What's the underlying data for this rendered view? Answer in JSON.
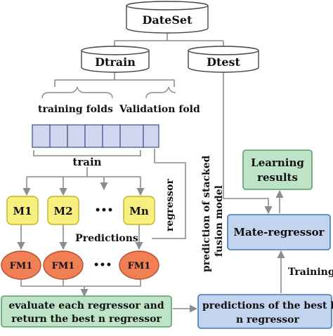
{
  "colors": {
    "db_fill": "#ffffff",
    "fold_fill": "#cfd7ee",
    "fold_stroke": "#3e4d8a",
    "model_fill": "#f7ef7e",
    "model_stroke": "#c9b31a",
    "fm_fill": "#f07f55",
    "fm_stroke": "#b4502c",
    "green_fill": "#bfe3c7",
    "green_stroke": "#5aa06a",
    "blue_fill": "#c3d5ee",
    "blue_stroke": "#3f79b8",
    "line": "#8c8c8c"
  },
  "nodes": {
    "dataset": "DateSet",
    "dtrain": "Dtrain",
    "dtest": "Dtest",
    "training_folds": "training folds",
    "validation_fold": "Validation fold",
    "train": "train",
    "m1": "M1",
    "m2": "M2",
    "mn": "Mn",
    "models_ellipsis": "•••",
    "regressor": "regressor",
    "predictions": "Predictions",
    "fm_a": "FM1",
    "fm_b": "FM1",
    "fm_c": "FM1",
    "fm_ellipsis": "•••",
    "stacked_line1": "prediction of stacked",
    "stacked_line2": "fusion model",
    "learning_line1": "Learning",
    "learning_line2": "results",
    "mate_regressor": "Mate-regressor",
    "training": "Training",
    "evaluate_line1": "evaluate each regressor and",
    "evaluate_line2": "return the best n regressor",
    "best_line1": "predictions of the best le",
    "best_line2": "n regressor"
  }
}
